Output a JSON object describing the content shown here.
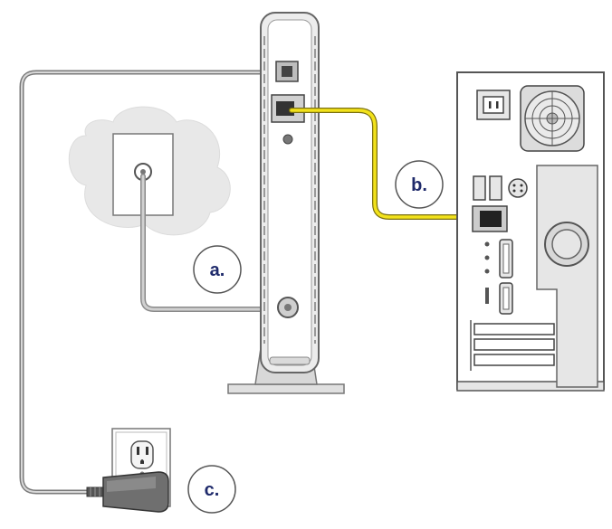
{
  "callouts": {
    "a": "a.",
    "b": "b.",
    "c": "c."
  },
  "colors": {
    "ethernet_cable": "#f2e21b",
    "coax_cable": "#bfbfbf",
    "power_cable": "#7a7a7a",
    "device_fill": "#ffffff",
    "device_shade": "#e6e6e6",
    "cloud_fill": "#e8e8e8",
    "label_text": "#1f2a6b",
    "outline": "#555555"
  },
  "icons": {
    "modem": "cable-modem-icon",
    "computer": "desktop-computer-icon",
    "wall_jack": "coax-wall-jack-icon",
    "outlet": "power-outlet-icon",
    "adapter": "power-adapter-icon"
  }
}
